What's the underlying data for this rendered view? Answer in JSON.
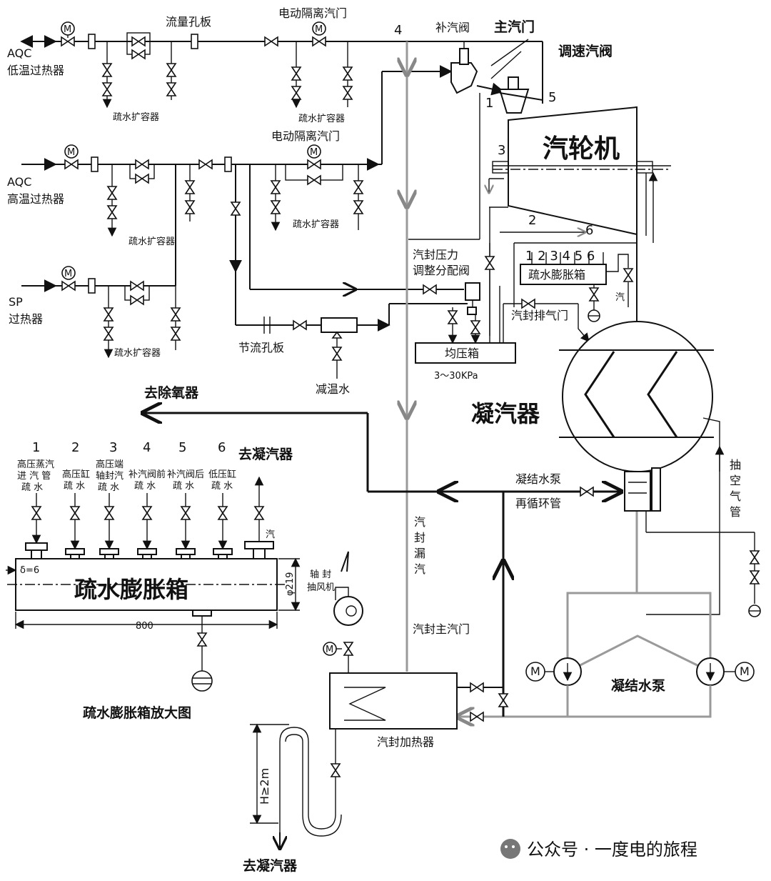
{
  "labels": {
    "aqc_low": [
      "AQC",
      "低温过热器"
    ],
    "aqc_high": [
      "AQC",
      "高温过热器"
    ],
    "sp": [
      "SP",
      "过热器"
    ],
    "flow_orifice": "流量孔板",
    "motor_valve_1": "电动隔离汽门",
    "motor_valve_2": "电动隔离汽门",
    "supp_valve": "补汽阀",
    "main_valve": "主汽门",
    "gov_valve": "调速汽阀",
    "turbine": "汽轮机",
    "drain_exp_1": "疏水扩容器",
    "drain_exp_2": "疏水扩容器",
    "drain_exp_3": "疏水扩容器",
    "drain_exp_4": "疏水扩容器",
    "drain_exp_5": "疏水扩容器",
    "seal_pressure_valve": [
      "汽封压力",
      "调整分配阀"
    ],
    "drain_tank_small": "疏水膨胀箱",
    "small_tank_numbers": "1 2 3 4 5 6",
    "steam_small": "汽",
    "seal_vent": "汽封排气门",
    "throttle_orifice": "节流孔板",
    "desuperheat_water": "减温水",
    "equalizer_box": "均压箱",
    "equalizer_range": "3～30KPa",
    "to_deaerator": "去除氧器",
    "condenser": "凝汽器",
    "condensate_pump_recirc": [
      "凝结水泵",
      "再循环管"
    ],
    "air_extraction": [
      "抽",
      "空",
      "气",
      "管"
    ],
    "seal_leak": [
      "汽",
      "封",
      "漏",
      "汽"
    ],
    "seal_main_valve": "汽封主汽门",
    "shaft_fan": [
      "轴 封",
      "抽风机"
    ],
    "condensate_pump": "凝结水泵",
    "seal_heater": "汽封加热器",
    "to_condenser_top": "去凝汽器",
    "to_condenser_bottom": "去凝汽器",
    "tank_title": "疏水膨胀箱",
    "tank_caption": "疏水膨胀箱放大图",
    "tank_thickness": "δ=6",
    "tank_diameter": "φ219",
    "tank_length": "800",
    "height_label": "H≥2m",
    "motor_symbol": "M",
    "turbine_numbers": [
      "1",
      "2",
      "3",
      "4",
      "5",
      "6"
    ],
    "tank_inlets": [
      {
        "num": "1",
        "line1": "高压蒸汽",
        "line2": "进 汽 管",
        "line3": "疏 水"
      },
      {
        "num": "2",
        "line1": "高压缸",
        "line2": "疏 水",
        "line3": ""
      },
      {
        "num": "3",
        "line1": "高压端",
        "line2": "轴封汽",
        "line3": "疏 水"
      },
      {
        "num": "4",
        "line1": "补汽阀前",
        "line2": "疏 水",
        "line3": ""
      },
      {
        "num": "5",
        "line1": "补汽阀后",
        "line2": "疏 水",
        "line3": ""
      },
      {
        "num": "6",
        "line1": "低压缸",
        "line2": "疏 水",
        "line3": ""
      }
    ],
    "tank_steam": "汽",
    "watermark": "公众号 · 一度电的旅程"
  }
}
